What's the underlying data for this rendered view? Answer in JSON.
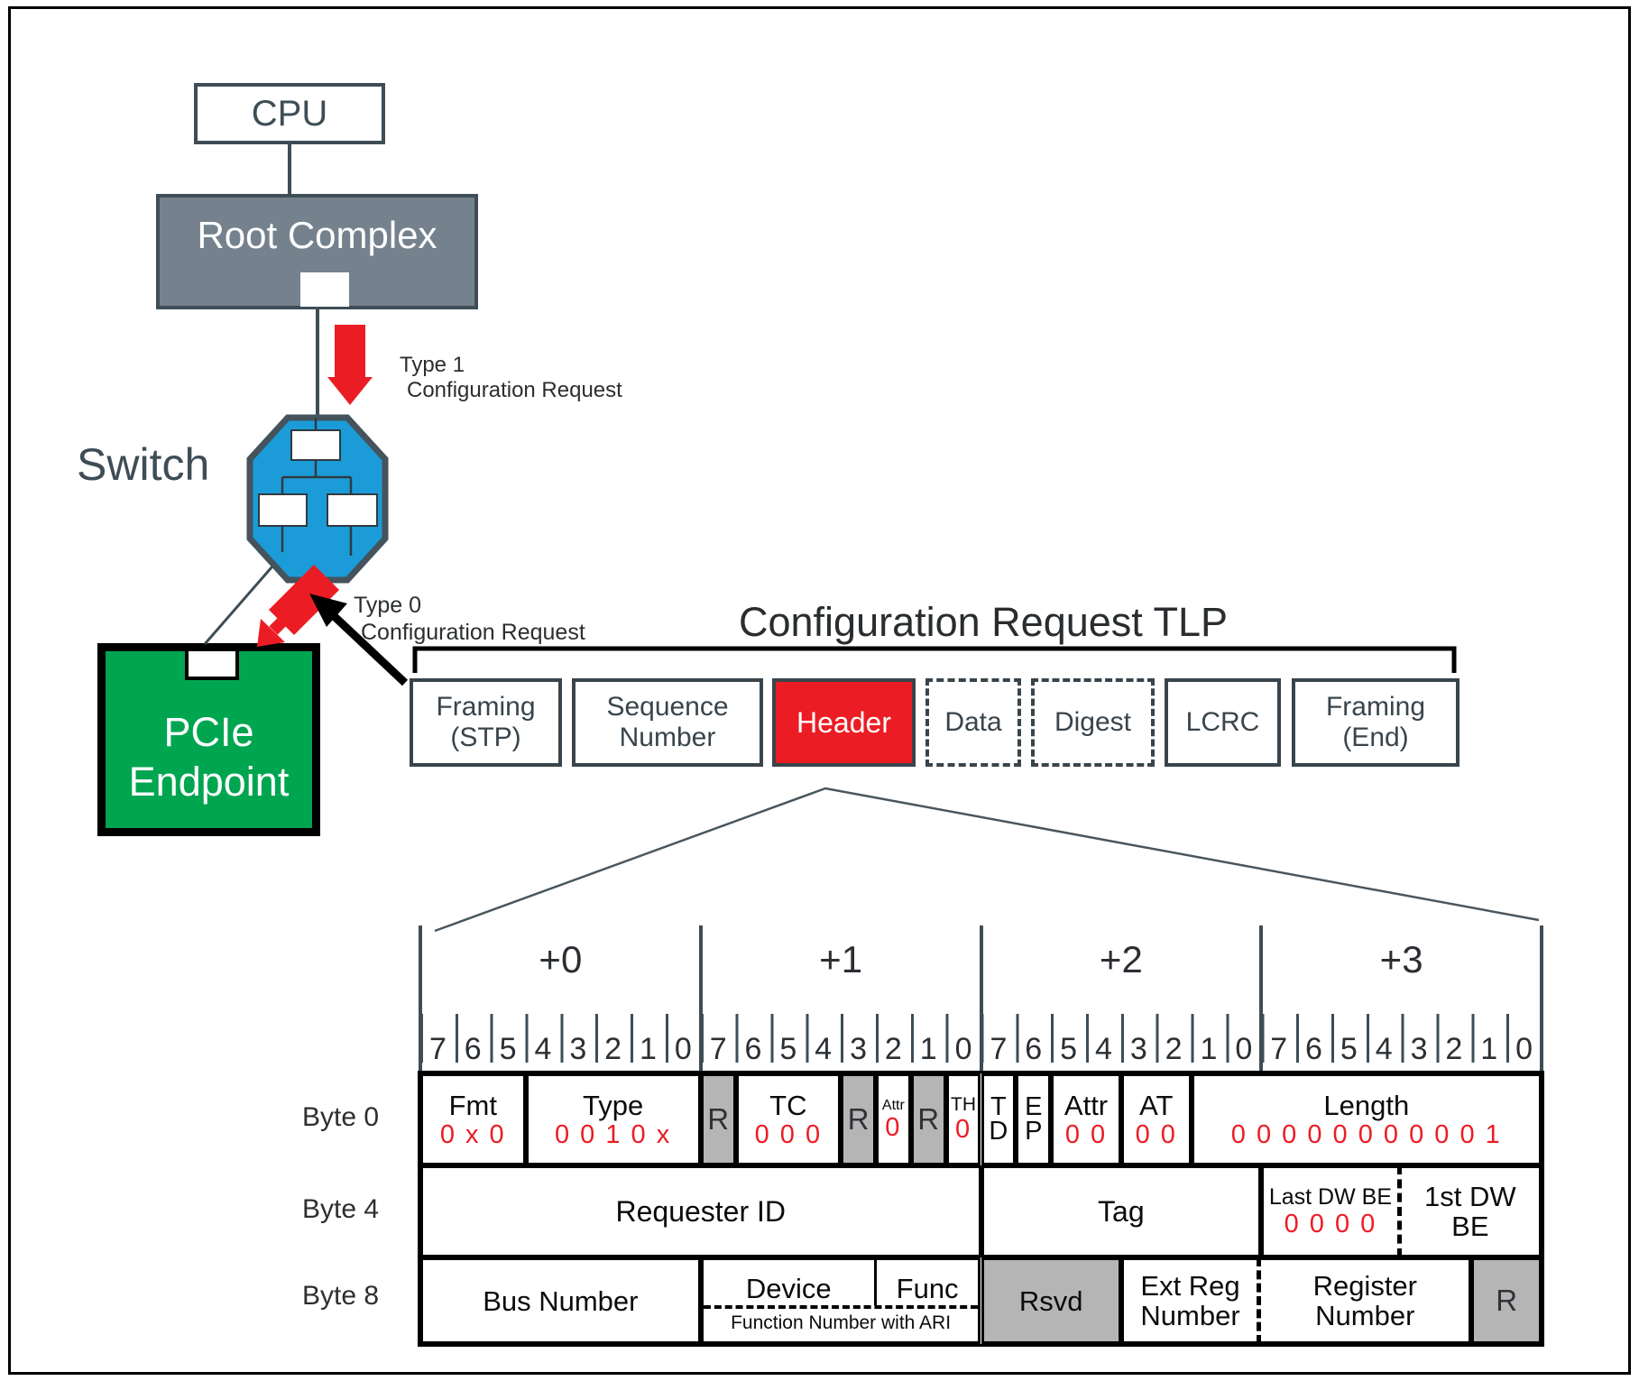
{
  "colors": {
    "slate": "#3E4D56",
    "red": "#EC1C24",
    "blue": "#1B9CD8",
    "green": "#00A550",
    "root_complex_gray": "#75828E",
    "reserved_cell_gray": "#B5B5B5",
    "value_red": "#EC1C24"
  },
  "topology": {
    "cpu": "CPU",
    "root_complex": "Root Complex",
    "switch": "Switch",
    "endpoint": [
      "PCIe",
      "Endpoint"
    ],
    "type1": [
      "Type 1",
      "Configuration Request"
    ],
    "type0": [
      "Type 0",
      "Configuration Request"
    ]
  },
  "tlp": {
    "title": "Configuration Request TLP",
    "segments": [
      {
        "line1": "Framing",
        "line2": "(STP)"
      },
      {
        "line1": "Sequence",
        "line2": "Number"
      },
      {
        "line1": "Header",
        "line2": ""
      },
      {
        "line1": "Data",
        "line2": ""
      },
      {
        "line1": "Digest",
        "line2": ""
      },
      {
        "line1": "LCRC",
        "line2": ""
      },
      {
        "line1": "Framing",
        "line2": "(End)"
      }
    ]
  },
  "ruler": {
    "byte_offsets": [
      "+0",
      "+1",
      "+2",
      "+3"
    ],
    "bit_numbers": [
      "7",
      "6",
      "5",
      "4",
      "3",
      "2",
      "1",
      "0",
      "7",
      "6",
      "5",
      "4",
      "3",
      "2",
      "1",
      "0",
      "7",
      "6",
      "5",
      "4",
      "3",
      "2",
      "1",
      "0",
      "7",
      "6",
      "5",
      "4",
      "3",
      "2",
      "1",
      "0"
    ]
  },
  "header": {
    "row_labels": [
      "Byte 0",
      "Byte 4",
      "Byte 8"
    ],
    "byte0": {
      "fmt_label": "Fmt",
      "fmt_value": "0 x 0",
      "type_label": "Type",
      "type_value": "0 0 1 0 x",
      "r1": "R",
      "tc_label": "TC",
      "tc_value": "0 0 0",
      "r2": "R",
      "attr1_label": "Attr",
      "attr1_value": "0",
      "r3": "R",
      "th_label": "TH",
      "th_value": "0",
      "td_top": "T",
      "td_bottom": "D",
      "ep_top": "E",
      "ep_bottom": "P",
      "attr2_label": "Attr",
      "attr2_value": "0 0",
      "at_label": "AT",
      "at_value": "0 0",
      "length_label": "Length",
      "length_value": "0 0 0 0 0 0 0 0 0 0 1"
    },
    "byte4": {
      "requester_id": "Requester ID",
      "tag": "Tag",
      "last_dw_be_label": "Last DW BE",
      "last_dw_be_value": "0 0 0 0",
      "first_dw_be": [
        "1st DW",
        "BE"
      ]
    },
    "byte8": {
      "bus_number": "Bus Number",
      "device": "Device",
      "func": "Func",
      "ari_note": "Function Number with ARI",
      "rsvd": "Rsvd",
      "ext_reg": [
        "Ext Reg",
        "Number"
      ],
      "register": [
        "Register",
        "Number"
      ],
      "r": "R"
    }
  }
}
